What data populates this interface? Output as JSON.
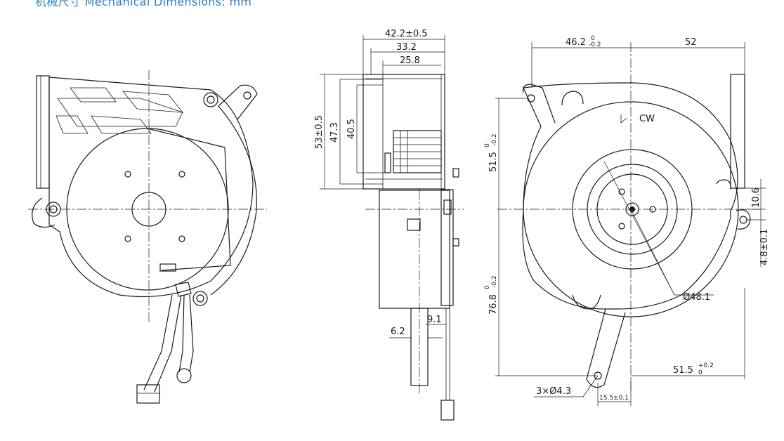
{
  "header": {
    "title": "机械尺寸 Mechanical Dimensions: mm"
  },
  "dimensions": {
    "depth_overall": "42.2±0.5",
    "depth_body": "33.2",
    "depth_inner": "25.8",
    "height_outlet": "53±0.5",
    "height_outlet_inner": "47.3",
    "height_outlet_opening": "40.5",
    "cable_offset": "6.2",
    "connector_offset": "9.1",
    "top_left_width_base": "46.2",
    "top_left_width_upper": "0",
    "top_left_width_lower": "-0.2",
    "top_right_width": "52",
    "rotation": "CW",
    "upper_height_base": "51.5",
    "upper_height_upper": "0",
    "upper_height_lower": "-0.2",
    "lower_height_base": "76.8",
    "lower_height_upper": "0",
    "lower_height_lower": "-0.2",
    "rim_offset": "10.6",
    "side_hole_offset": "4.8±0.1",
    "fan_diameter": "Ø48.1",
    "bottom_right_width_base": "51.5",
    "bottom_right_width_upper": "+0.2",
    "bottom_right_width_lower": "0",
    "mount_holes": "3×Ø4.3",
    "bottom_hole_offset": "15.5±0.1"
  }
}
